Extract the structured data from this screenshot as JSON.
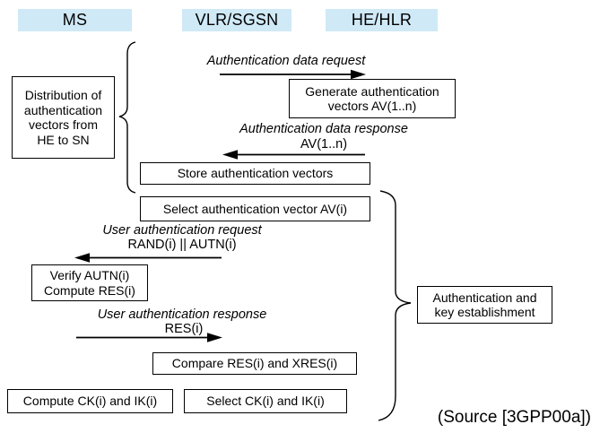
{
  "colors": {
    "header-fill": "#cfe9f7",
    "ink": "#000000",
    "bg": "#ffffff"
  },
  "entities": [
    {
      "id": "ms",
      "label": "MS"
    },
    {
      "id": "vlr-sgsn",
      "label": "VLR/SGSN"
    },
    {
      "id": "he-hlr",
      "label": "HE/HLR"
    }
  ],
  "phases": {
    "distribution": {
      "label": "Distribution of\nauthentication\nvectors from\nHE to SN"
    },
    "auth_key_establishment": {
      "label": "Authentication and\nkey establishment"
    }
  },
  "messages": [
    {
      "id": "auth-data-request",
      "label": "Authentication data request",
      "param": "",
      "direction": "right"
    },
    {
      "id": "auth-data-response",
      "label": "Authentication data response",
      "param": "AV(1..n)",
      "direction": "left"
    },
    {
      "id": "user-auth-request",
      "label": "User authentication request",
      "param": "RAND(i) || AUTN(i)",
      "direction": "left"
    },
    {
      "id": "user-auth-response",
      "label": "User authentication response",
      "param": "RES(i)",
      "direction": "right"
    }
  ],
  "actions": {
    "generate_av": {
      "label": "Generate authentication\nvectors AV(1..n)"
    },
    "store_av": {
      "label": "Store authentication vectors"
    },
    "select_av": {
      "label": "Select authentication vector AV(i)"
    },
    "verify_autn": {
      "label": "Verify AUTN(i)\nCompute RES(i)"
    },
    "compare_res": {
      "label": "Compare RES(i) and XRES(i)"
    },
    "compute_ck_ik": {
      "label": "Compute CK(i) and IK(i)"
    },
    "select_ck_ik": {
      "label": "Select CK(i) and IK(i)"
    }
  },
  "footer": {
    "source": "(Source [3GPP00a])"
  }
}
